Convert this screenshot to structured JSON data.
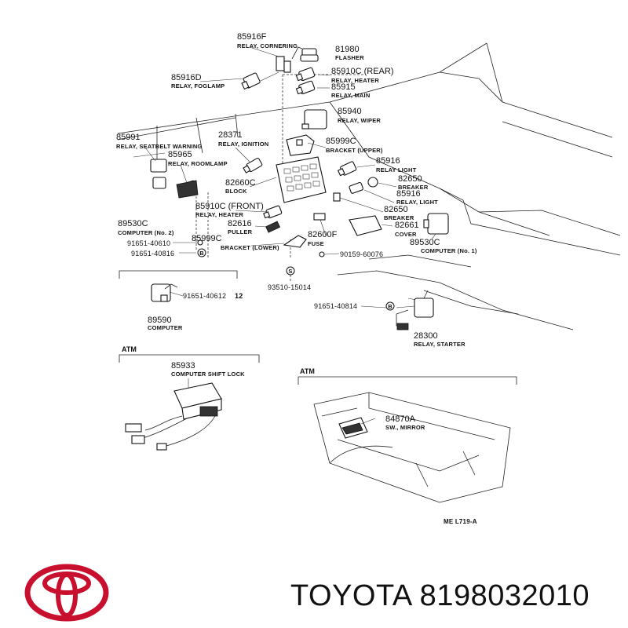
{
  "diagram": {
    "labels": [
      {
        "id": "p85916f",
        "pn": "85916F",
        "desc": "RELAY, CORNERING"
      },
      {
        "id": "p81980",
        "pn": "81980",
        "desc": "FLASHER"
      },
      {
        "id": "p85916d",
        "pn": "85916D",
        "desc": "RELAY, FOGLAMP"
      },
      {
        "id": "p85910c_rear",
        "pn": "85910C (REAR)",
        "desc": "RELAY, HEATER"
      },
      {
        "id": "p85915",
        "pn": "85915",
        "desc": "RELAY, MAIN"
      },
      {
        "id": "p85940",
        "pn": "85940",
        "desc": "RELAY, WIPER"
      },
      {
        "id": "p85991",
        "pn": "85991",
        "desc": "RELAY, SEATBELT WARNING"
      },
      {
        "id": "p28371",
        "pn": "28371",
        "desc": "RELAY, IGNITION"
      },
      {
        "id": "p85999c_upper",
        "pn": "85999C",
        "desc": "BRACKET (UPPER)"
      },
      {
        "id": "p85965",
        "pn": "85965",
        "desc": "RELAY, ROOMLAMP"
      },
      {
        "id": "p85916_light",
        "pn": "85916",
        "desc": "RELAY LIGHT"
      },
      {
        "id": "p82650_a",
        "pn": "82650",
        "desc": "BREAKER"
      },
      {
        "id": "p82660c",
        "pn": "82660C",
        "desc": "BLOCK"
      },
      {
        "id": "p85916_light2",
        "pn": "85916",
        "desc": "RELAY, LIGHT"
      },
      {
        "id": "p85910c_front",
        "pn": "85910C (FRONT)",
        "desc": "RELAY, HEATER"
      },
      {
        "id": "p82650_b",
        "pn": "82650",
        "desc": "BREAKER"
      },
      {
        "id": "p89530c_2",
        "pn": "89530C",
        "desc": "COMPUTER (No. 2)"
      },
      {
        "id": "p82616",
        "pn": "82616",
        "desc": "PULLER"
      },
      {
        "id": "p82661",
        "pn": "82661",
        "desc": "COVER"
      },
      {
        "id": "p85999c_lower",
        "pn": "85999C",
        "desc": "BRACKET (LOWER)"
      },
      {
        "id": "p82600f",
        "pn": "82600F",
        "desc": "FUSE"
      },
      {
        "id": "p89530c_1",
        "pn": "89530C",
        "desc": "COMPUTER (No. 1)"
      },
      {
        "id": "p89590",
        "pn": "89590",
        "desc": "COMPUTER"
      },
      {
        "id": "p28300",
        "pn": "28300",
        "desc": "RELAY, STARTER"
      },
      {
        "id": "p85933",
        "pn": "85933",
        "desc": "COMPUTER SHIFT LOCK"
      },
      {
        "id": "p84870a",
        "pn": "84870A",
        "desc": "SW., MIRROR"
      }
    ],
    "bolts": [
      {
        "id": "b91651_40610",
        "pn": "91651-40610"
      },
      {
        "id": "b91651_40816",
        "pn": "91651-40816"
      },
      {
        "id": "b90159_60076",
        "pn": "90159-60076"
      },
      {
        "id": "b93510_15014",
        "pn": "93510-15014"
      },
      {
        "id": "b91651_40612",
        "pn": "91651-40612"
      },
      {
        "id": "b91651_40814",
        "pn": "91651-40814"
      }
    ],
    "markers": {
      "bolt_b": "B",
      "screw_s": "S",
      "count_12": "12"
    },
    "sections": {
      "atm_left": "ATM",
      "atm_right": "ATM"
    },
    "figure_code": "ME  L719-A"
  },
  "footer": {
    "brand": "TOYOTA 8198032010",
    "brand_color": "#c8102e"
  }
}
